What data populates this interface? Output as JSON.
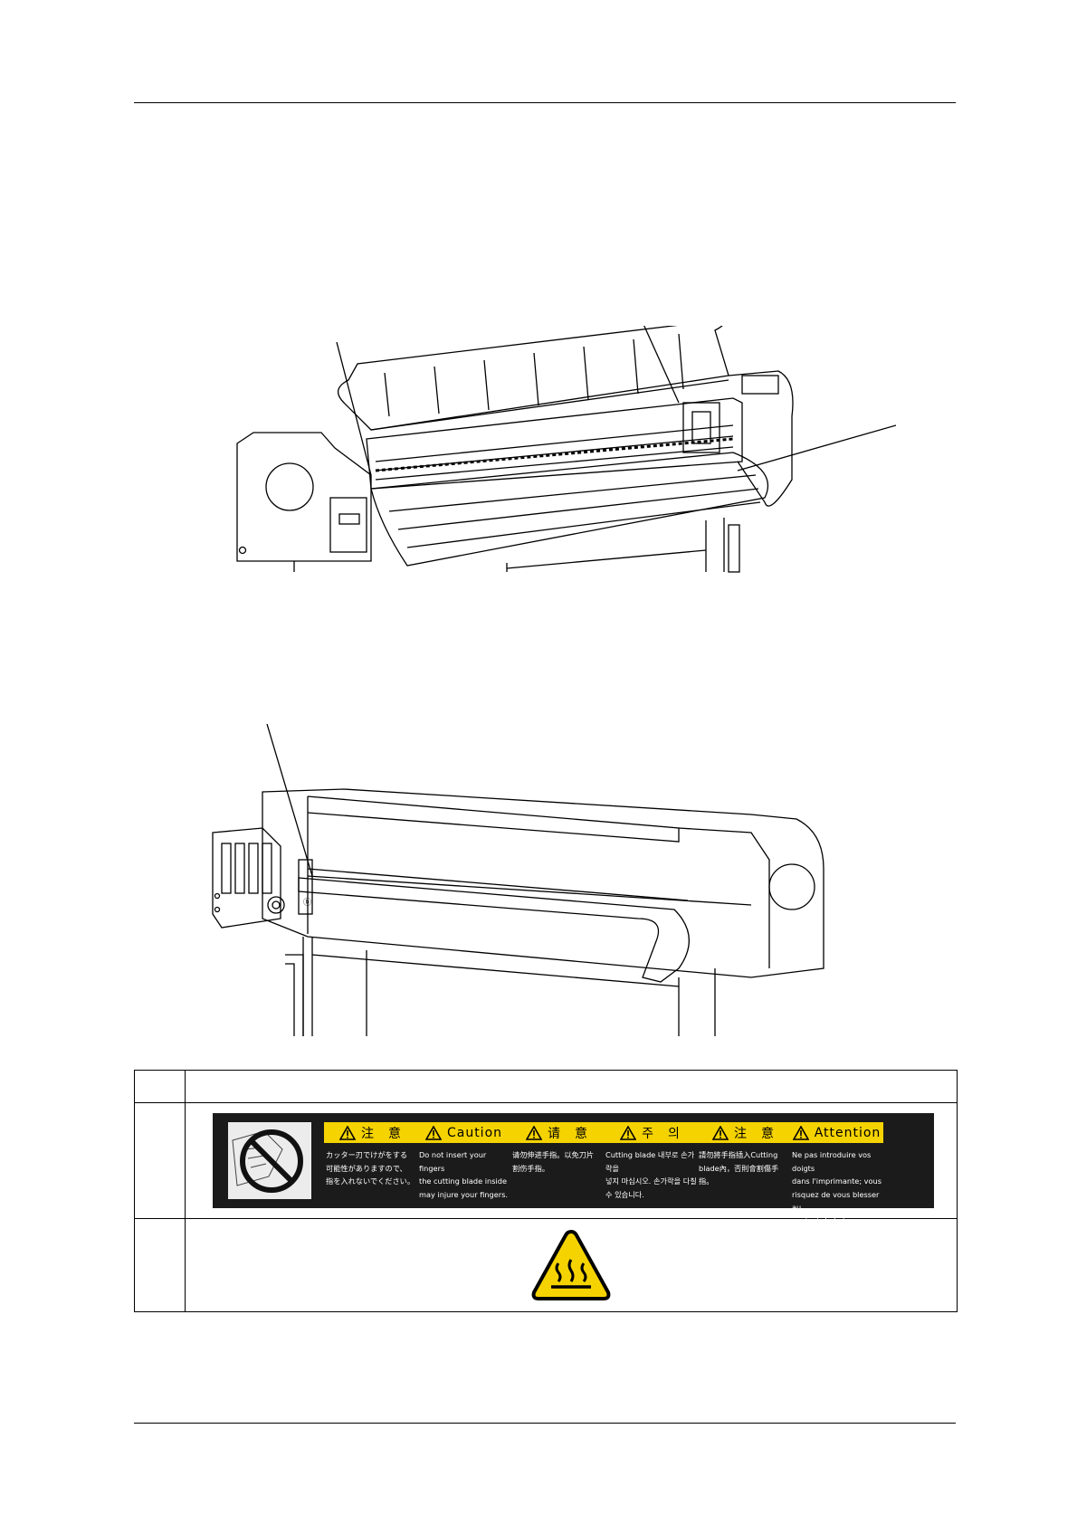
{
  "caution_label": {
    "columns": [
      {
        "header": "注　意",
        "body": "カッター刃でけがをする\n可能性がありますので、\n指を入れないでください。"
      },
      {
        "header": "Caution",
        "body": "Do not insert your fingers\nthe cutting blade inside\nmay injure your fingers."
      },
      {
        "header": "请　意",
        "body": "请勿伸进手指。以免刀片\n割伤手指。"
      },
      {
        "header": "주　의",
        "body": "Cutting blade 내부로 손가락을\n넣지 마십시오. 손가락을 다칠\n수 있습니다."
      },
      {
        "header": "注　意",
        "body": "請勿將手指插入Cutting\nblade內，否則會割傷手指。"
      },
      {
        "header": "Attention",
        "body": "Ne pas introduire vos doigts\ndans l'imprimante; vous\nrisquez de vous blesser au\ncontact de la lame."
      }
    ],
    "colors": {
      "strip": "#1b1b1b",
      "header": "#f5d300",
      "text": "#ffffff"
    }
  },
  "icons": {
    "no_fingers": "no-fingers-pictogram-icon",
    "warning": "warning-triangle-icon",
    "hot_surface": "hot-surface-warning-icon"
  }
}
